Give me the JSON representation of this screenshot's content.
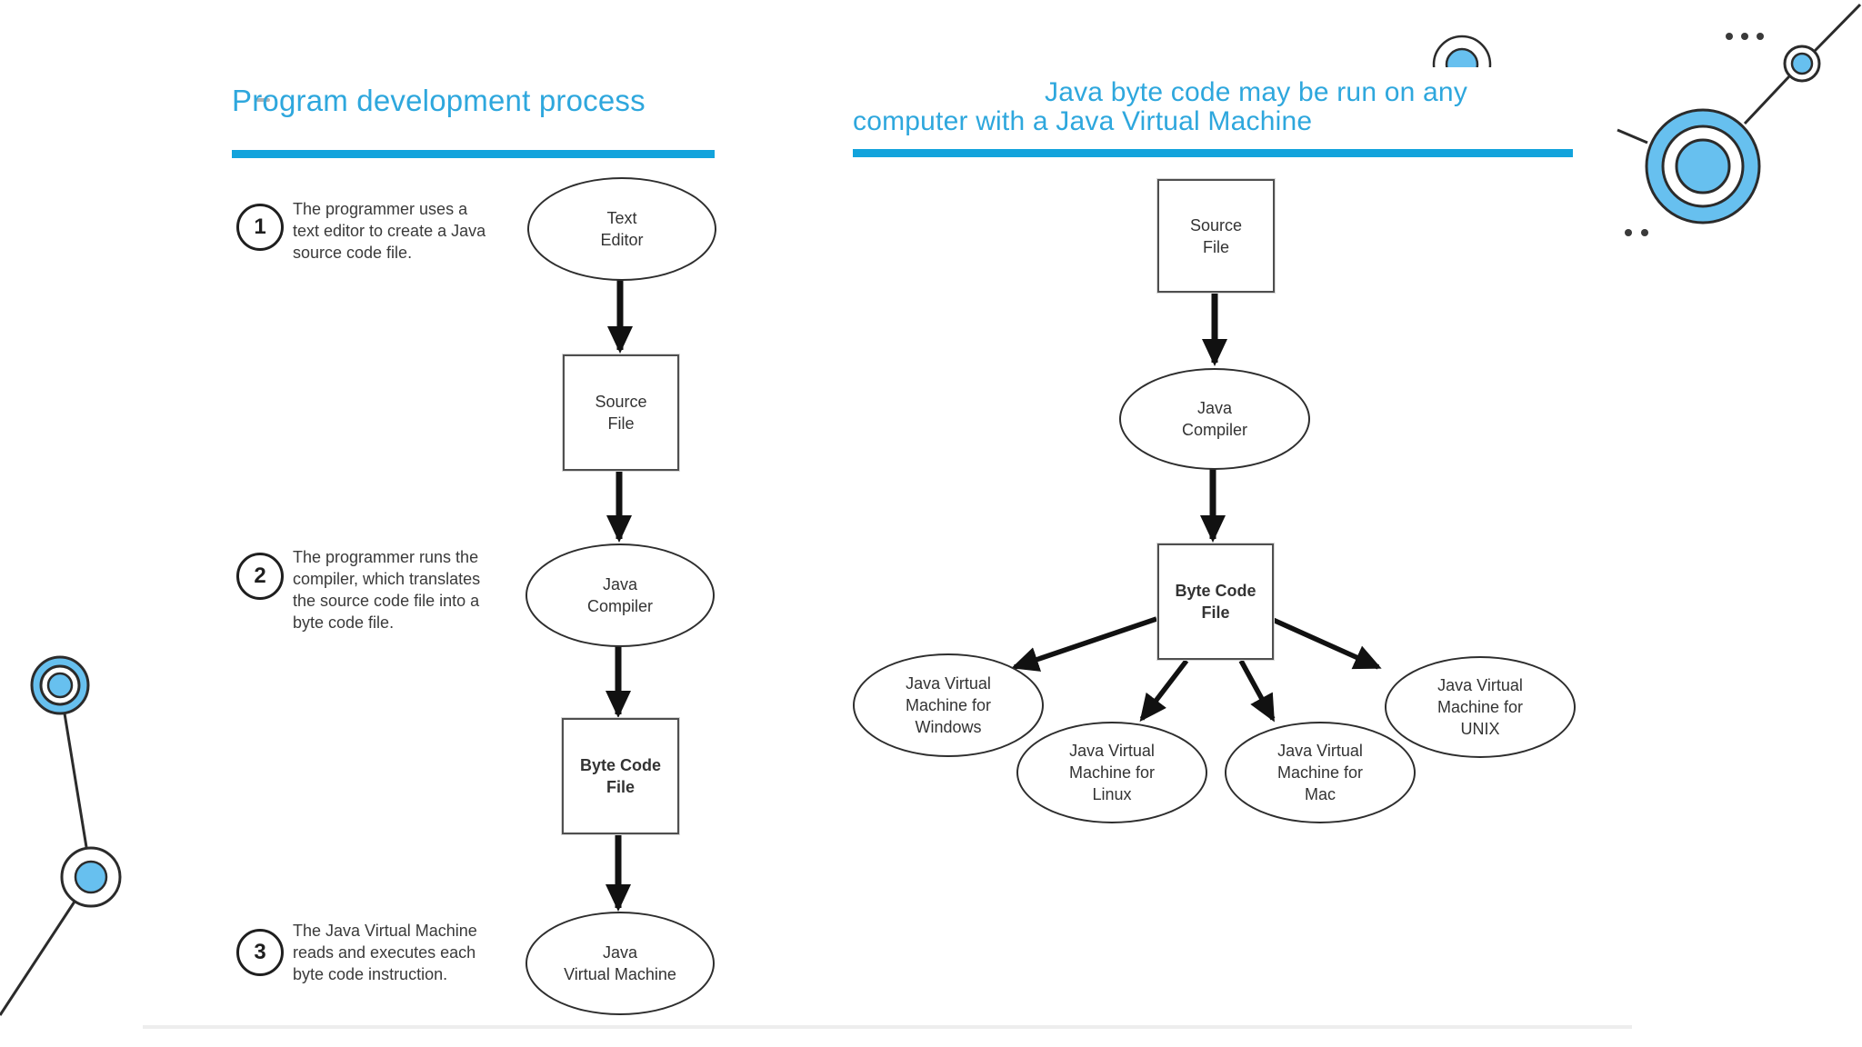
{
  "left": {
    "title": "Program development process",
    "steps": [
      {
        "number": "1",
        "text": "The programmer uses a\ntext editor to create a Java\nsource code file."
      },
      {
        "number": "2",
        "text": "The programmer runs the\ncompiler, which translates\nthe source code file into a\nbyte code file."
      },
      {
        "number": "3",
        "text": "The Java Virtual Machine\nreads and executes each\nbyte code instruction."
      }
    ],
    "nodes": {
      "text_editor": "Text\nEditor",
      "source_file": "Source\nFile",
      "java_compiler": "Java\nCompiler",
      "byte_code_file": "Byte Code\nFile",
      "jvm": "Java\nVirtual Machine"
    }
  },
  "right": {
    "title_line1": "Java byte code may be run on any",
    "title_line2": "computer with a Java Virtual Machine",
    "nodes": {
      "source_file": "Source\nFile",
      "java_compiler": "Java\nCompiler",
      "byte_code_file": "Byte Code\nFile",
      "jvm_windows": "Java Virtual\nMachine for\nWindows",
      "jvm_linux": "Java Virtual\nMachine for\nLinux",
      "jvm_mac": "Java Virtual\nMachine for\nMac",
      "jvm_unix": "Java Virtual\nMachine for\nUNIX"
    }
  },
  "colors": {
    "title_blue": "#2EA7DD",
    "bar_blue": "#12A3DC",
    "decor_blue": "#67C0EF",
    "decor_stroke": "#2b2b2b",
    "arrow_black": "#111111",
    "divider_gray": "#ededed"
  }
}
